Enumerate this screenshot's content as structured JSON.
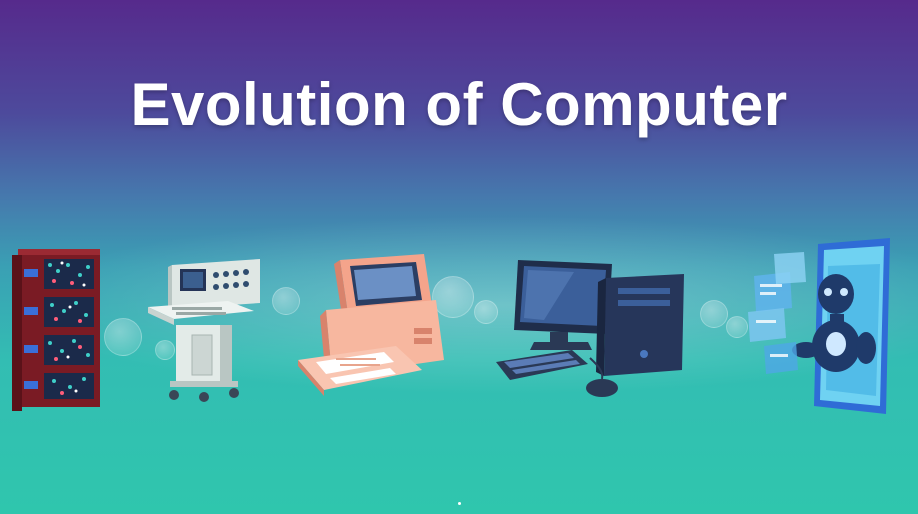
{
  "slide": {
    "title": "Evolution of Computer"
  },
  "illustrations": [
    {
      "name": "mainframe-cabinet"
    },
    {
      "name": "terminal-console"
    },
    {
      "name": "retro-personal-computer"
    },
    {
      "name": "desktop-pc"
    },
    {
      "name": "ai-robot-screen"
    }
  ],
  "colors": {
    "top": "#562a8c",
    "bottom": "#2fc6ad",
    "title": "#ffffff"
  }
}
